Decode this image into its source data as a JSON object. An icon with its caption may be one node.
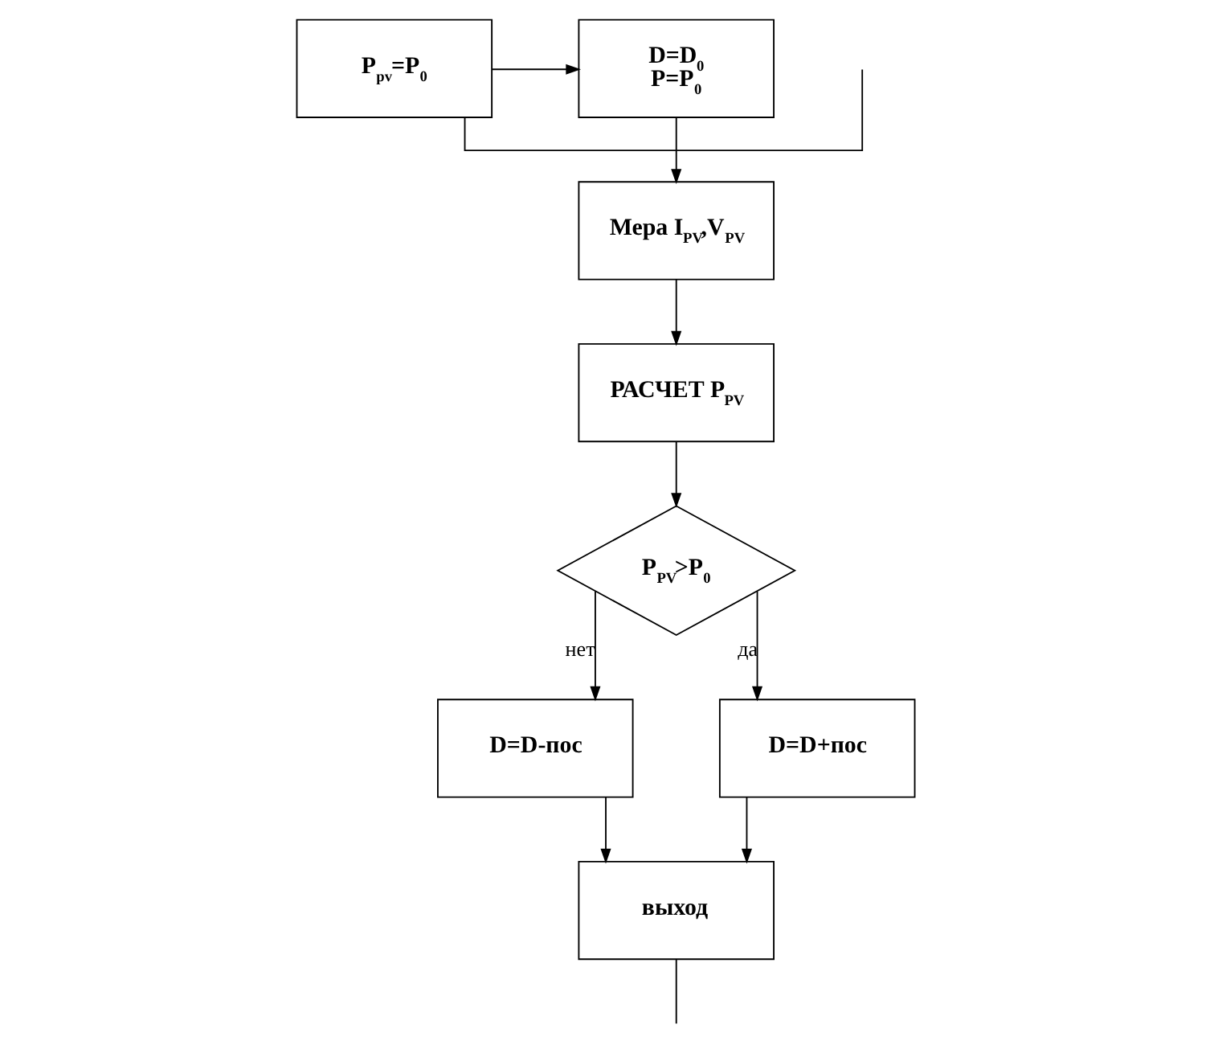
{
  "diagram": {
    "nodes": [
      {
        "text": [
          "D=D$_{0}$",
          "P=P$_{0}$"
        ]
      },
      {
        "text": [
          "P$_{pv}$=P$_{0}$"
        ]
      },
      {
        "text": [
          "Мера I$_{PV}$,V$_{PV}$"
        ]
      },
      {
        "text": [
          "РАСЧЕТ P$_{PV}$"
        ]
      },
      {
        "text": [
          "D=D-пос"
        ]
      },
      {
        "text": [
          "P$_{PV}$>P$_{0}$"
        ]
      },
      {
        "text": [
          "D=D+пос"
        ]
      },
      {
        "text": [
          "выход"
        ]
      }
    ],
    "edges": [
      {
        "from": 1,
        "to": 0,
        "arrow": "to"
      },
      {
        "from": 0,
        "to": 2,
        "arrow": "to"
      },
      {
        "from": 2,
        "to": 3,
        "arrow": "to"
      },
      {
        "from": 3,
        "to": 5,
        "arrow": "to"
      },
      {
        "from": 5,
        "to": 4,
        "arrow": "to",
        "label": "нет"
      },
      {
        "from": 5,
        "to": 6,
        "arrow": "to",
        "label": "да"
      },
      {
        "from": 4,
        "to": 7,
        "arrow": "to"
      },
      {
        "from": 6,
        "to": 7,
        "arrow": "to"
      },
      {
        "from": 7,
        "to": null,
        "arrow": "none"
      },
      {
        "from": null,
        "to": 1,
        "arrow": "none"
      }
    ]
  }
}
